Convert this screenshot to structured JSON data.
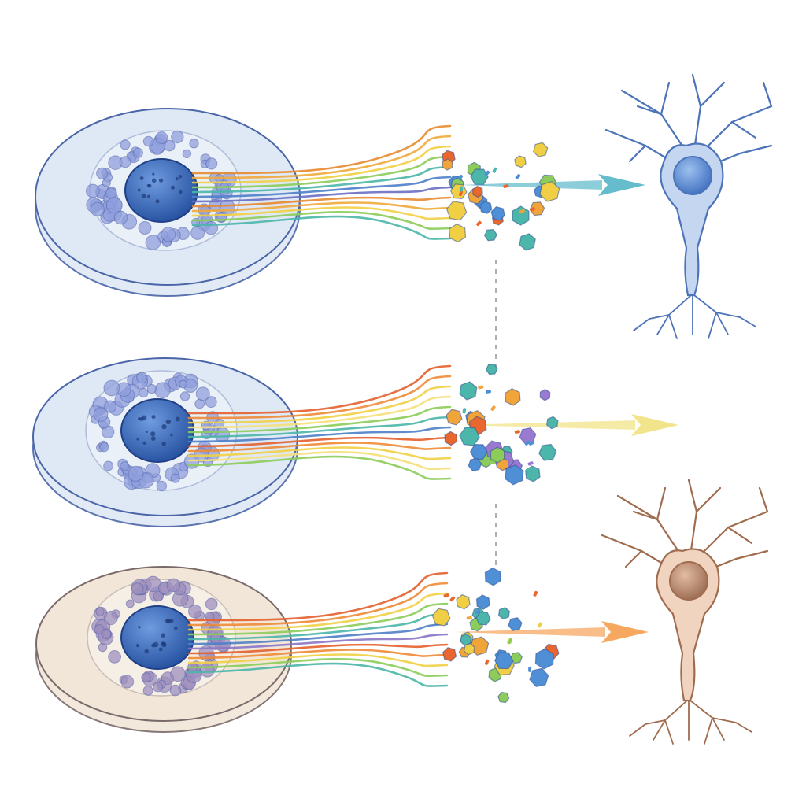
{
  "diagram": {
    "rows": [
      {
        "id": "row-1",
        "disc_color": "#dfe8f5",
        "disc_edge": "#4a66a8",
        "granule_color": "#8f9fdc",
        "nucleus_color": "#3f6fc0",
        "fiber_colors": [
          "#e8892f",
          "#f0a83a",
          "#f1cf45",
          "#8ccc5a",
          "#4bb6a9",
          "#4f7fc8",
          "#6a6fc2"
        ],
        "particle_colors": [
          "#4f8fd6",
          "#f0a43a",
          "#e9672e",
          "#8ccc5a",
          "#4bb6a9",
          "#f1cf45"
        ],
        "arrow_color": "#64bccc",
        "neuron": {
          "shown": true,
          "color": "#4d74b8",
          "soma_color": "#6f9bd8",
          "fill": "#c4d6f0"
        }
      },
      {
        "id": "row-2",
        "disc_color": "#dfe8f5",
        "disc_edge": "#4a66a8",
        "granule_color": "#8f9fdc",
        "nucleus_color": "#3f6fc0",
        "fiber_colors": [
          "#e3602e",
          "#ee8a36",
          "#f1cf45",
          "#f5e07a",
          "#8ccc5a",
          "#4bb6a9",
          "#4f7fc8"
        ],
        "particle_colors": [
          "#4f8fd6",
          "#f0a43a",
          "#9a7ad0",
          "#8ccc5a",
          "#4bb6a9",
          "#e9672e"
        ],
        "arrow_color": "#f1e48a",
        "neuron": {
          "shown": false
        }
      },
      {
        "id": "row-3",
        "disc_color": "#f2e6d9",
        "disc_edge": "#7a6a6a",
        "granule_color": "#9f8fbd",
        "nucleus_color": "#3f6fc0",
        "fiber_colors": [
          "#e3602e",
          "#ee8a36",
          "#f1cf45",
          "#8ccc5a",
          "#4bb6a9",
          "#4f7fc8",
          "#8b76c6"
        ],
        "particle_colors": [
          "#4f8fd6",
          "#f0a43a",
          "#e9672e",
          "#8ccc5a",
          "#4bb6a9",
          "#f1cf45"
        ],
        "arrow_color": "#f6a760",
        "neuron": {
          "shown": true,
          "color": "#a06c4f",
          "soma_color": "#c49478",
          "fill": "#f0d4bf"
        }
      }
    ],
    "connector_color": "#9a9a9a"
  }
}
